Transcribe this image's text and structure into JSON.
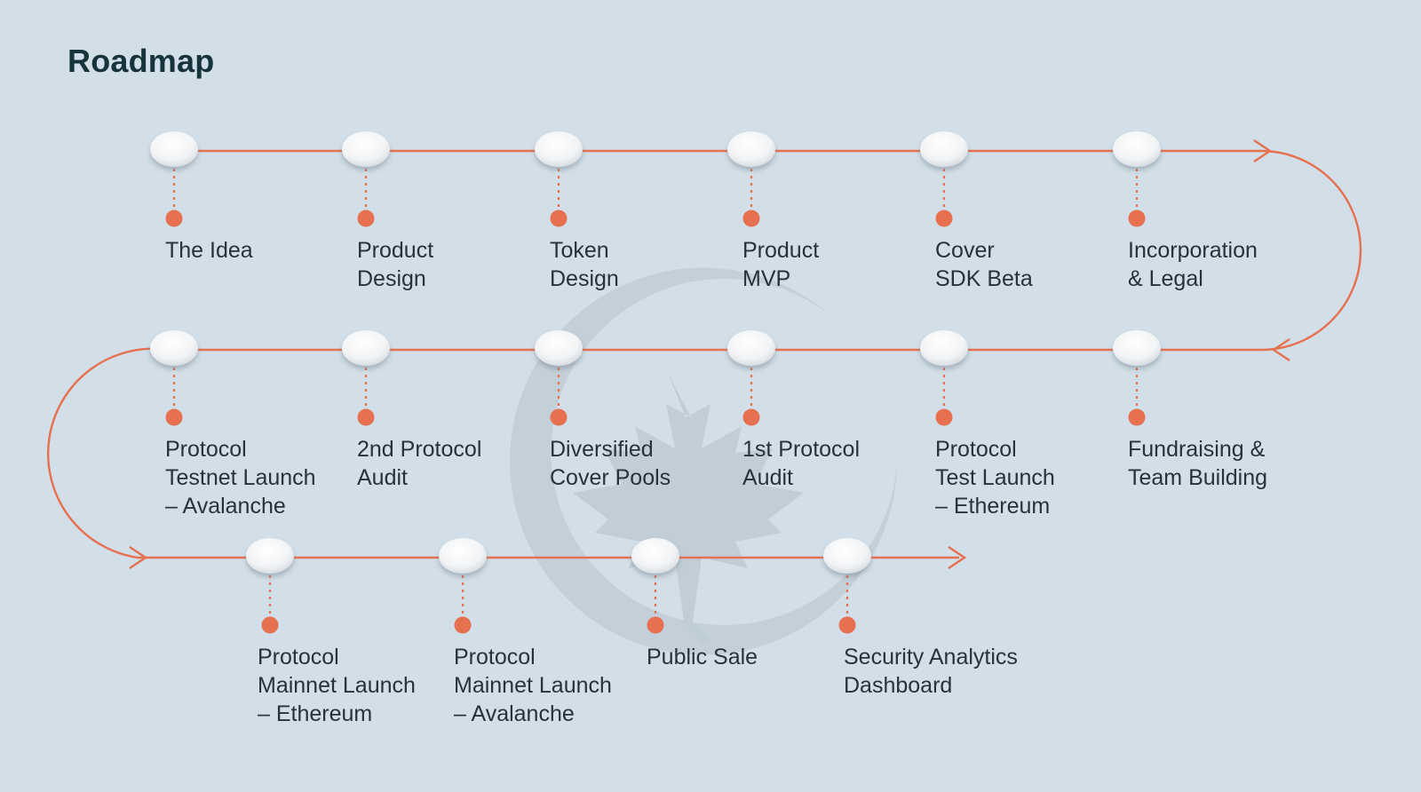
{
  "title": "Roadmap",
  "colors": {
    "background": "#d2dfe8",
    "accent": "#e6704f",
    "node_fill": "#f4f5f6",
    "watermark": "#c3cfd9",
    "title_text": "#17343b",
    "label_text": "#263439"
  },
  "watermark": "maple-leaf-logo",
  "milestones": [
    {
      "label": "The Idea"
    },
    {
      "label": "Product\nDesign"
    },
    {
      "label": "Token\nDesign"
    },
    {
      "label": "Product\nMVP"
    },
    {
      "label": "Cover\nSDK Beta"
    },
    {
      "label": "Incorporation\n& Legal"
    },
    {
      "label": "Protocol\nTestnet Launch\n– Avalanche"
    },
    {
      "label": "2nd Protocol\nAudit"
    },
    {
      "label": "Diversified\nCover Pools"
    },
    {
      "label": "1st Protocol\nAudit"
    },
    {
      "label": "Protocol\nTest Launch\n– Ethereum"
    },
    {
      "label": "Fundraising &\nTeam Building"
    },
    {
      "label": "Protocol\nMainnet Launch\n– Ethereum"
    },
    {
      "label": "Protocol\nMainnet Launch\n– Avalanche"
    },
    {
      "label": "Public Sale"
    },
    {
      "label": "Security Analytics\nDashboard"
    }
  ]
}
